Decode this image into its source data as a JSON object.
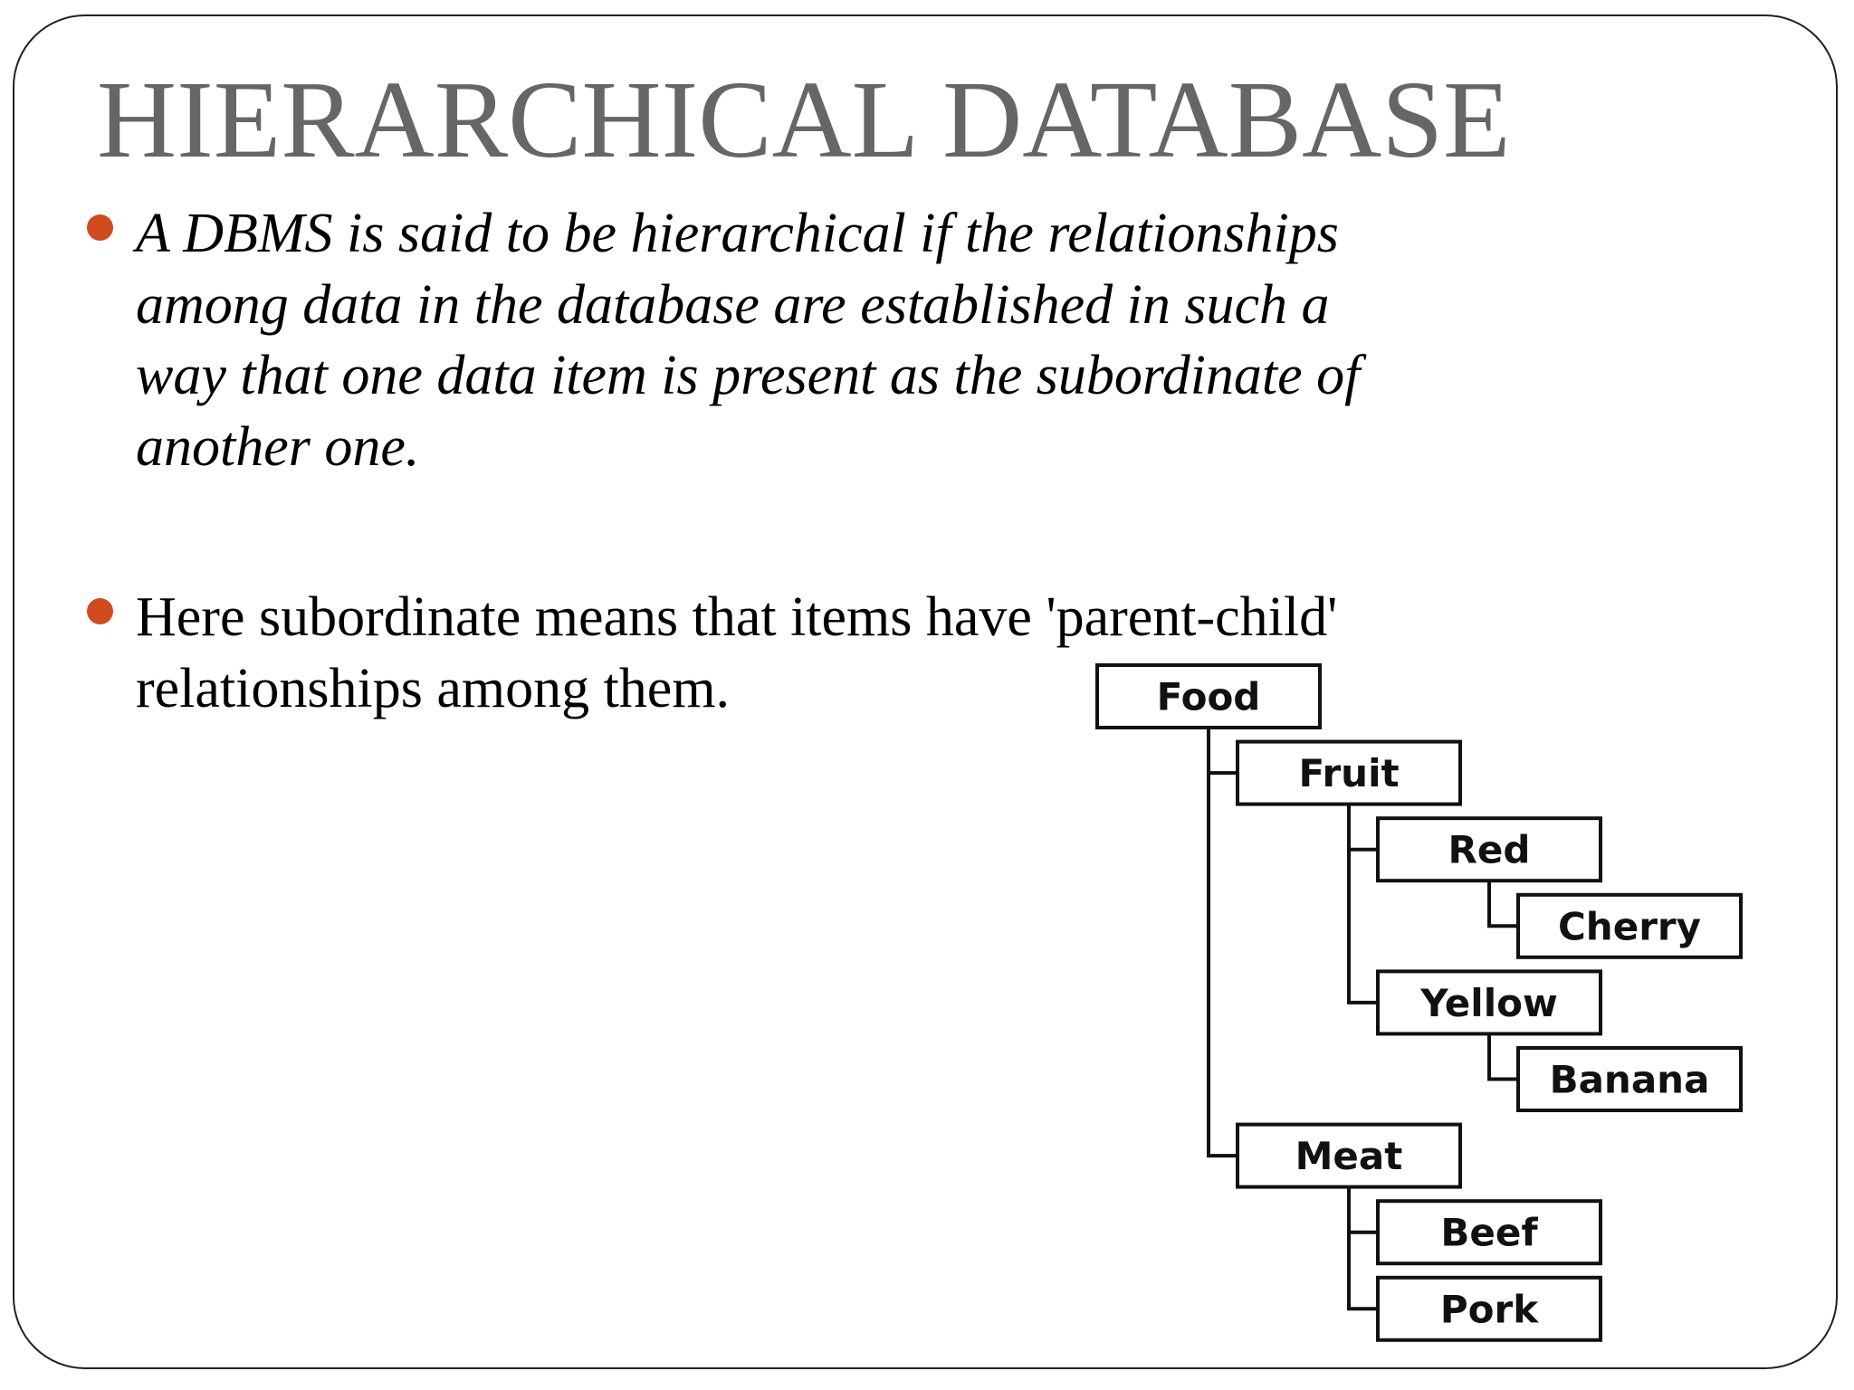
{
  "slide": {
    "title": "HIERARCHICAL DATABASE",
    "accent_color": "#d04a1e",
    "title_color": "#666666",
    "bullets": [
      {
        "style": "italic",
        "lines": [
          "A DBMS is said to be hierarchical if the relationships",
          "among data in the database are established in such a",
          "way that one data item is present as the subordinate of",
          "another one."
        ]
      },
      {
        "style": "normal",
        "lines": [
          "Here subordinate means that items have 'parent-child'",
          "relationships among them."
        ]
      }
    ],
    "tree": {
      "label": "Food",
      "children": [
        {
          "label": "Fruit",
          "children": [
            {
              "label": "Red",
              "children": [
                {
                  "label": "Cherry"
                }
              ]
            },
            {
              "label": "Yellow",
              "children": [
                {
                  "label": "Banana"
                }
              ]
            }
          ]
        },
        {
          "label": "Meat",
          "children": [
            {
              "label": "Beef"
            },
            {
              "label": "Pork"
            }
          ]
        }
      ]
    }
  }
}
